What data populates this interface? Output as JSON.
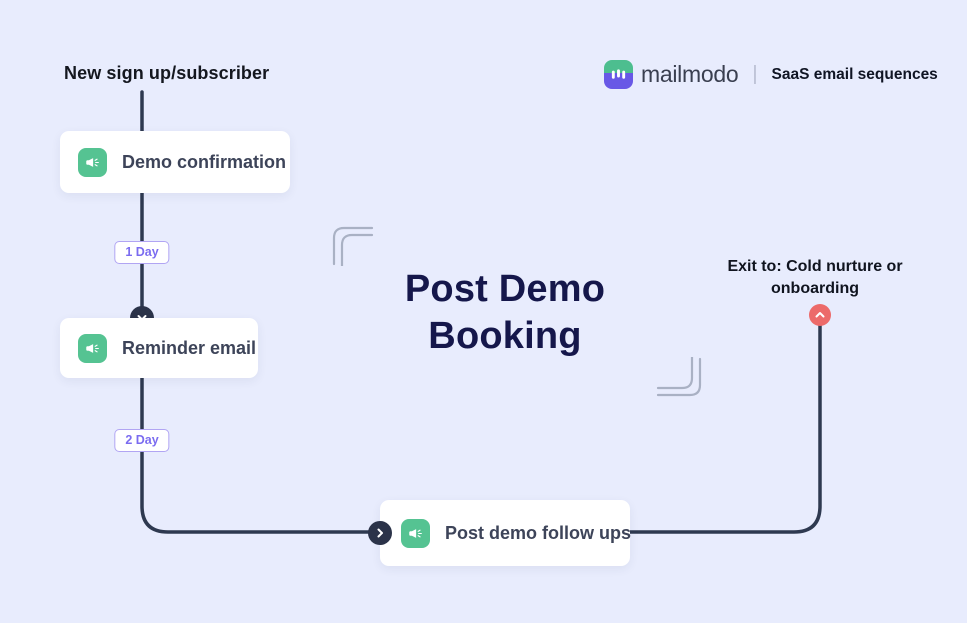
{
  "header": {
    "brand": "mailmodo",
    "divider": "|",
    "tagline": "SaaS email sequences"
  },
  "title": {
    "line1": "Post Demo",
    "line2": "Booking"
  },
  "flow": {
    "start_label": "New sign up/subscriber",
    "steps": [
      {
        "label": "Demo confirmation",
        "icon": "megaphone-icon"
      },
      {
        "label": "Reminder email",
        "icon": "megaphone-icon"
      },
      {
        "label": "Post demo follow ups",
        "icon": "megaphone-icon"
      }
    ],
    "delays": [
      {
        "label": "1 Day"
      },
      {
        "label": "2 Day"
      }
    ],
    "exit_label": "Exit to: Cold nurture or onboarding"
  },
  "colors": {
    "background": "#e8ecfd",
    "connector": "#2e3950",
    "card_text": "#3d4459",
    "accent_green": "#55c392",
    "accent_purple": "#7b6cf0",
    "badge_border": "#b1a5f3",
    "node_dark": "#2b3349",
    "node_red": "#ec6a6a",
    "title_text": "#15174b",
    "logo_teal": "#4dbe8f",
    "logo_purple": "#6858e6",
    "decor_gray": "#a9b1c4"
  }
}
